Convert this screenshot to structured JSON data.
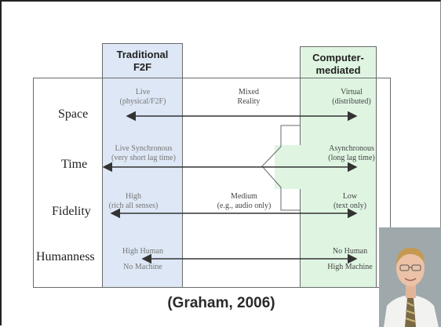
{
  "columns": {
    "left": {
      "line1": "Traditional",
      "line2": "F2F"
    },
    "right": {
      "line1": "Computer-",
      "line2": "mediated"
    }
  },
  "rows": [
    {
      "label": "Space",
      "left": [
        "Live",
        "(physical/F2F)"
      ],
      "mid": [
        "Mixed",
        "Reality"
      ],
      "right": [
        "Virtual",
        "(distributed)"
      ]
    },
    {
      "label": "Time",
      "left": [
        "Live Synchronous",
        "(very short lag time)"
      ],
      "right": [
        "Asynchronous",
        "(long lag time)"
      ]
    },
    {
      "label": "Fidelity",
      "left": [
        "High",
        "(rich all senses)"
      ],
      "mid": [
        "Medium",
        "(e.g., audio only)"
      ],
      "right": [
        "Low",
        "(text only)"
      ]
    },
    {
      "label": "Humanness",
      "left": [
        "High Human",
        "No Machine"
      ],
      "right": [
        "No Human",
        "High Machine"
      ]
    }
  ],
  "citation": "(Graham, 2006)",
  "photo": {
    "icon": "person-portrait-icon"
  }
}
